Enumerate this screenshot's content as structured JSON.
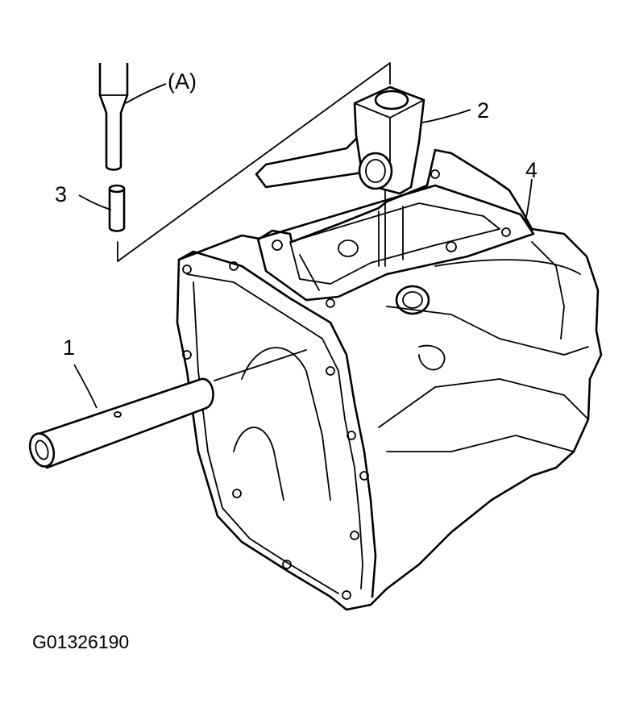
{
  "diagram": {
    "callouts": {
      "tool": "(A)",
      "part1": "1",
      "part2": "2",
      "part3": "3",
      "part4": "4"
    },
    "figure_id": "G01326190"
  }
}
